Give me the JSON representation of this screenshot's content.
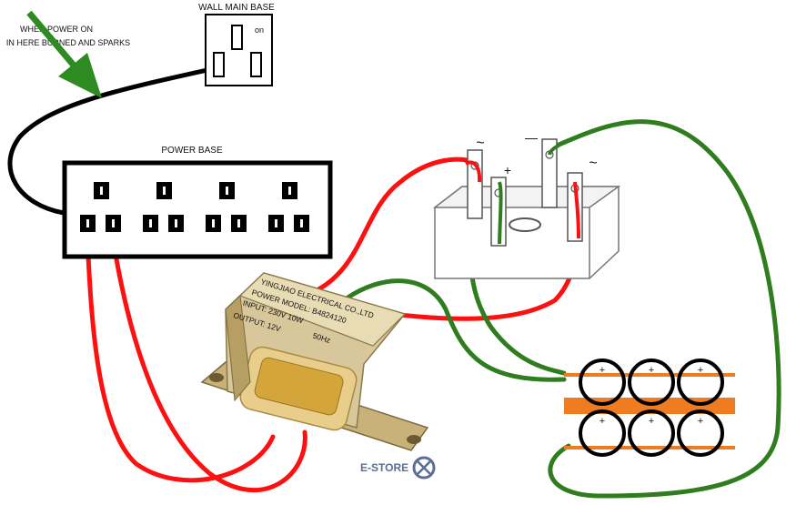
{
  "labels": {
    "warning_line1": "WHEN POWER ON",
    "warning_line2": "IN HERE BURNED AND SPARKS",
    "wall_base": "WALL MAIN BASE",
    "wall_on": "on",
    "power_base": "POWER BASE",
    "transformer_line1": "YINGJIAO ELECTRICAL CO.,LTD",
    "transformer_line2": "POWER MODEL: B4824120",
    "transformer_line3": "INPUT: 230V      10W",
    "transformer_line4": "50Hz",
    "transformer_line5": "OUTPUT:           12V",
    "bridge_ac_left": "~",
    "bridge_minus": "—",
    "bridge_plus": "+",
    "bridge_ac_right": "~",
    "cap_polarity": "+",
    "watermark": "E-STORE"
  },
  "colors": {
    "wire_red": "#ff1010",
    "wire_green": "#2f7d1f",
    "wire_black": "#000000",
    "arrow_green": "#2e8b22",
    "cap_strip": "#f07c22"
  }
}
